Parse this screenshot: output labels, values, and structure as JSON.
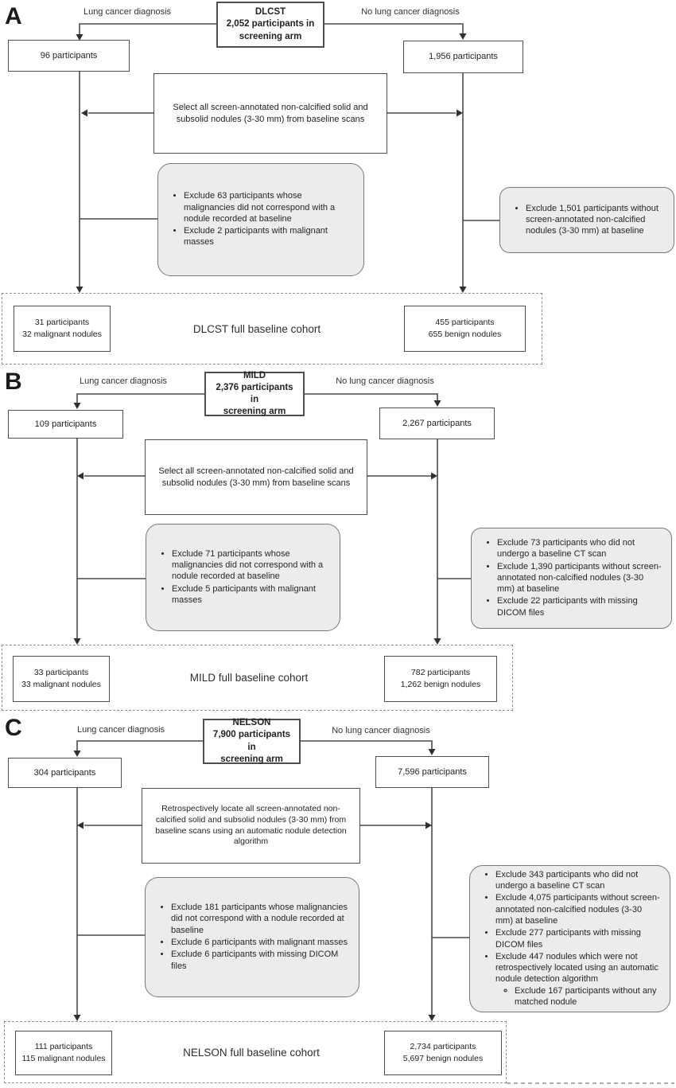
{
  "figure": {
    "panels": [
      {
        "label": "A",
        "branch_left": "Lung cancer diagnosis",
        "branch_right": "No lung cancer diagnosis",
        "top_box": {
          "line1": "DLCST",
          "line2": "2,052 participants in",
          "line3": "screening arm"
        },
        "left_box": "96 participants",
        "right_box": "1,956 participants",
        "select_box": "Select all screen-annotated non-calcified solid and subsolid nodules (3-30 mm) from baseline scans",
        "mid_exclusion": {
          "items": [
            "Exclude 63 participants whose malignancies did not correspond with a nodule recorded at baseline",
            "Exclude 2 participants with malignant masses"
          ]
        },
        "right_exclusion": {
          "items": [
            "Exclude 1,501 participants without screen-annotated non-calcified nodules (3-30 mm) at baseline"
          ]
        },
        "cohort": {
          "title": "DLCST full baseline cohort",
          "left_line1": "31 participants",
          "left_line2": "32 malignant nodules",
          "right_line1": "455 participants",
          "right_line2": "655 benign nodules"
        }
      },
      {
        "label": "B",
        "branch_left": "Lung cancer diagnosis",
        "branch_right": "No lung cancer diagnosis",
        "top_box": {
          "line1": "MILD",
          "line2": "2,376 participants in",
          "line3": "screening arm"
        },
        "left_box": "109 participants",
        "right_box": "2,267 participants",
        "select_box": "Select all screen-annotated non-calcified solid and subsolid nodules (3-30 mm) from baseline scans",
        "mid_exclusion": {
          "items": [
            "Exclude 71 participants whose malignancies did not correspond with a nodule recorded at baseline",
            "Exclude 5 participants with malignant masses"
          ]
        },
        "right_exclusion": {
          "items": [
            "Exclude 73 participants who did not undergo a baseline CT scan",
            "Exclude 1,390 participants without screen-annotated non-calcified nodules (3-30 mm) at baseline",
            "Exclude 22 participants with missing DICOM files"
          ]
        },
        "cohort": {
          "title": "MILD full baseline cohort",
          "left_line1": "33 participants",
          "left_line2": "33 malignant nodules",
          "right_line1": "782 participants",
          "right_line2": "1,262 benign nodules"
        }
      },
      {
        "label": "C",
        "branch_left": "Lung cancer diagnosis",
        "branch_right": "No lung cancer diagnosis",
        "top_box": {
          "line1": "NELSON",
          "line2": "7,900 participants in",
          "line3": "screening arm"
        },
        "left_box": "304 participants",
        "right_box": "7,596 participants",
        "select_box": "Retrospectively locate all screen-annotated non-calcified solid and subsolid nodules (3-30 mm) from baseline scans using an automatic nodule detection algorithm",
        "mid_exclusion": {
          "items": [
            "Exclude 181 participants whose malignancies did not correspond with a nodule recorded at baseline",
            "Exclude 6 participants with malignant masses",
            "Exclude 6 participants with missing DICOM files"
          ]
        },
        "right_exclusion": {
          "items": [
            "Exclude 343 participants who did not undergo a baseline CT scan",
            "Exclude 4,075 participants without screen-annotated non-calcified nodules (3-30 mm) at baseline",
            "Exclude 277 participants with missing DICOM files",
            "Exclude 447 nodules which were not retrospectively located using an automatic nodule detection algorithm"
          ],
          "sub_item": "Exclude 167 participants without any matched nodule"
        },
        "cohort": {
          "title": "NELSON full baseline cohort",
          "left_line1": "111 participants",
          "left_line2": "115 malignant nodules",
          "right_line1": "2,734 participants",
          "right_line2": "5,697 benign nodules"
        }
      }
    ],
    "colors": {
      "line": "#4a4a4a",
      "exclusion_fill": "#ececec",
      "box_border": "#4e4e4e"
    }
  }
}
